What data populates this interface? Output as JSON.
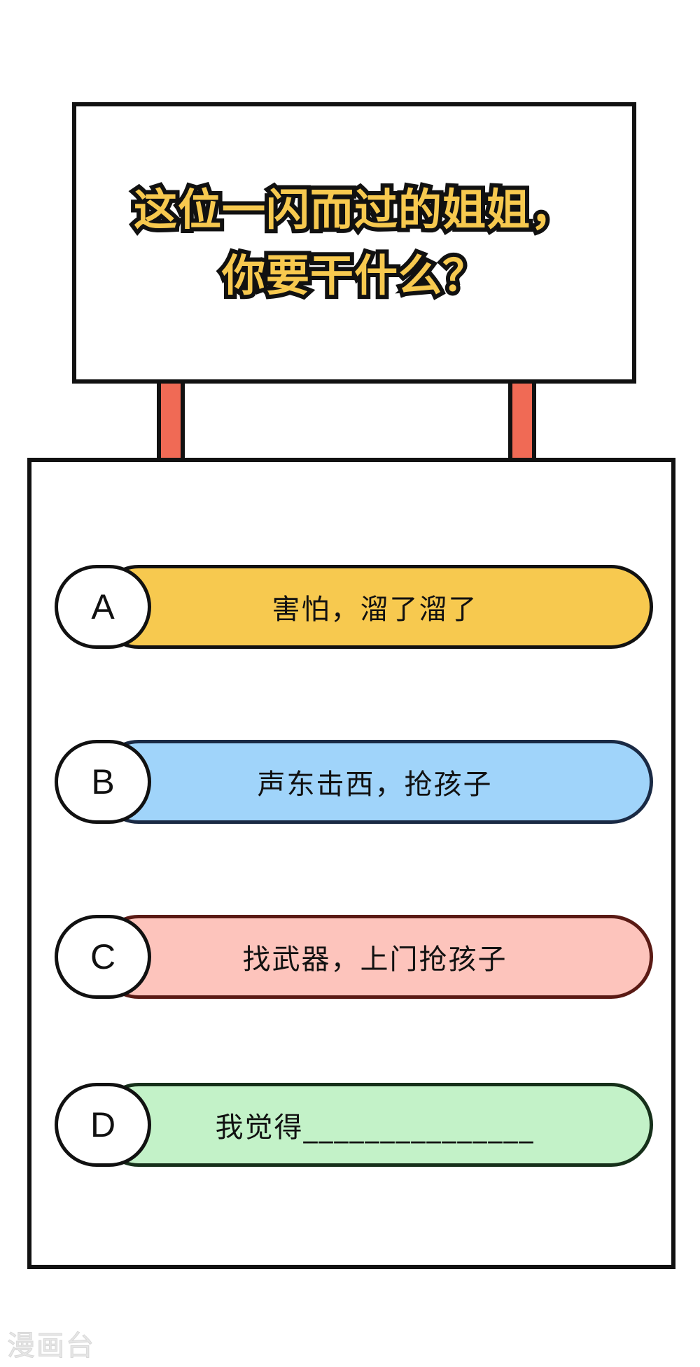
{
  "question": {
    "line1": "这位一闪而过的姐姐，",
    "line2": "你要干什么？"
  },
  "options": [
    {
      "letter": "A",
      "text": "害怕，溜了溜了",
      "color": "#f7c94f",
      "border": "#111111"
    },
    {
      "letter": "B",
      "text": "声东击西，抢孩子",
      "color": "#a0d4fa",
      "border": "#1a2a44"
    },
    {
      "letter": "C",
      "text": "找武器，上门抢孩子",
      "color": "#fdc4bc",
      "border": "#5a1a14"
    },
    {
      "letter": "D",
      "text": "我觉得_______________",
      "color": "#c3f2c8",
      "border": "#16301a"
    }
  ],
  "watermark": "漫画台",
  "colors": {
    "sign_text": "#f7c94f",
    "post": "#f06a55",
    "outline": "#111111"
  }
}
